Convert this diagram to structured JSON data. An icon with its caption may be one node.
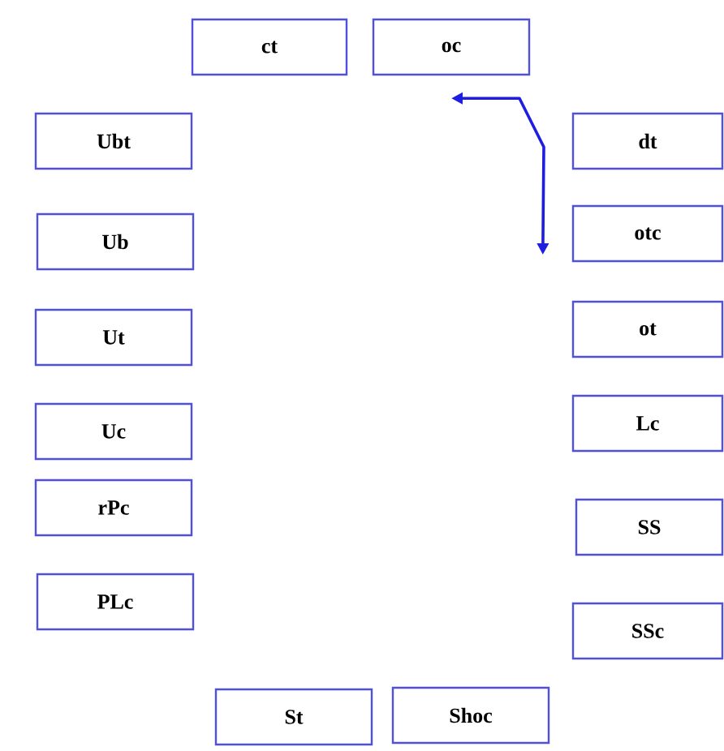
{
  "diagram": {
    "nodes": [
      {
        "text": [
          "ct"
        ]
      },
      {
        "text": [
          "oc"
        ]
      },
      {
        "text": [
          "Ubt"
        ]
      },
      {
        "text": [
          "Ub"
        ]
      },
      {
        "text": [
          "Ut"
        ]
      },
      {
        "text": [
          "Uc"
        ]
      },
      {
        "text": [
          "rPc"
        ]
      },
      {
        "text": [
          "PLc"
        ]
      },
      {
        "text": [
          "dt"
        ]
      },
      {
        "text": [
          "otc"
        ]
      },
      {
        "text": [
          "ot"
        ]
      },
      {
        "text": [
          "Lc"
        ]
      },
      {
        "text": [
          "SS"
        ]
      },
      {
        "text": [
          "SSc"
        ]
      },
      {
        "text": [
          "St"
        ]
      },
      {
        "text": [
          "Shoc"
        ]
      }
    ],
    "edges": [
      {
        "from": 1,
        "to": 9,
        "arrow": "both"
      }
    ]
  }
}
